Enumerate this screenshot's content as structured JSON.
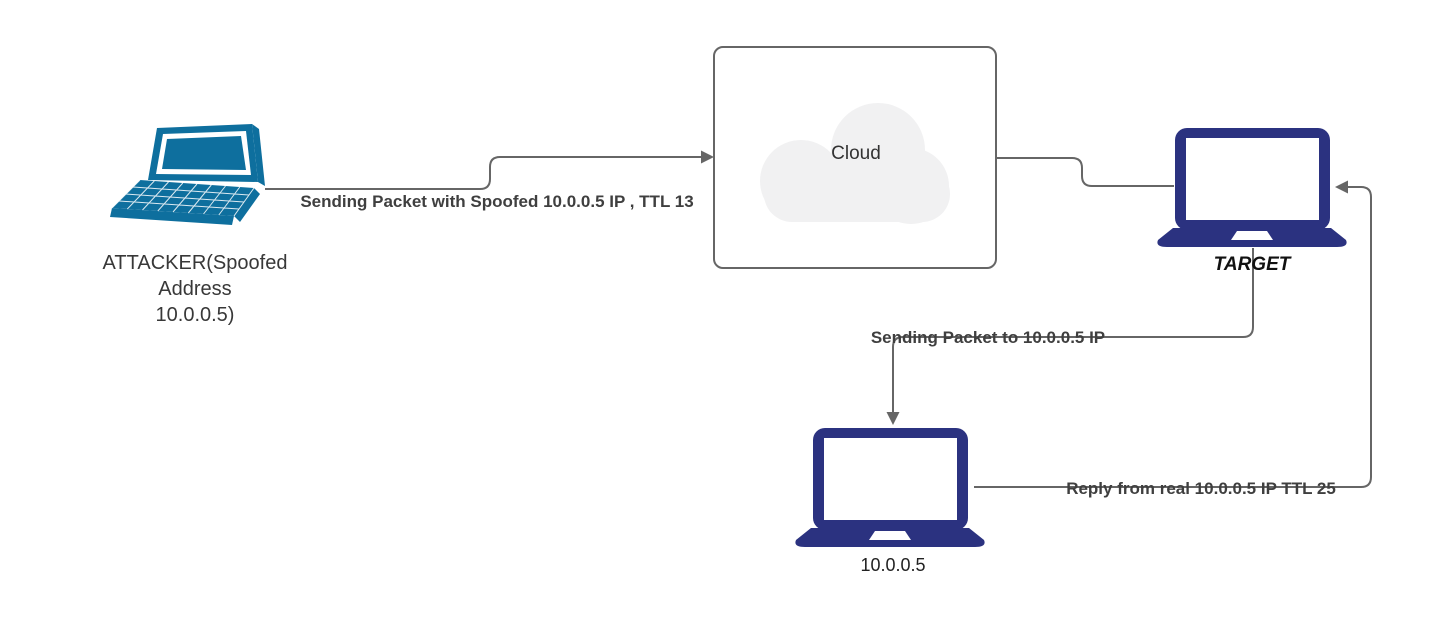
{
  "diagram": {
    "nodes": {
      "attacker": {
        "label": "ATTACKER(Spoofed\nAddress\n10.0.0.5)"
      },
      "cloud": {
        "label": "Cloud"
      },
      "target": {
        "label": "TARGET"
      },
      "real_host": {
        "label": "10.0.0.5"
      }
    },
    "edges": {
      "attacker_to_cloud": {
        "label": "Sending Packet with Spoofed 10.0.0.5 IP , TTL 13"
      },
      "target_to_host": {
        "label": "Sending Packet to 10.0.0.5 IP"
      },
      "host_to_target": {
        "label": "Reply from real 10.0.0.5 IP TTL 25"
      }
    },
    "colors": {
      "attacker_laptop": "#0E6F9E",
      "laptop_navy": "#2B3280",
      "line": "#666666",
      "box_border": "#666666",
      "cloud_fill": "#F1F1F2",
      "text": "#333333"
    }
  }
}
